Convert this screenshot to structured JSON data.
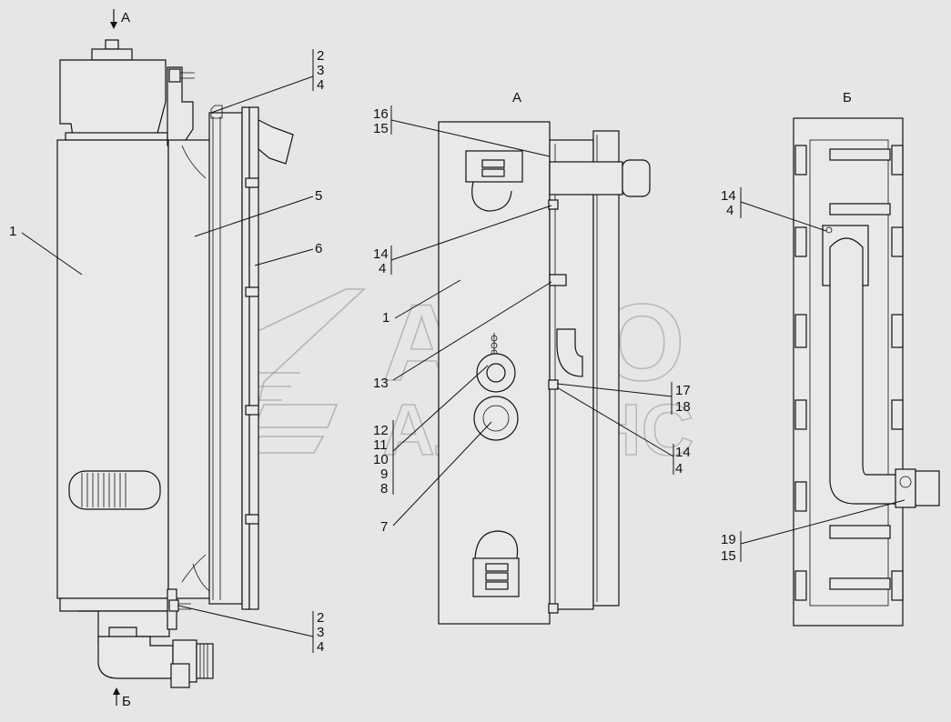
{
  "views": {
    "main": {
      "arrow_top": "А",
      "arrow_bottom": "Б"
    },
    "view_a": {
      "title": "А"
    },
    "view_b": {
      "title": "Б"
    }
  },
  "watermark": {
    "line1": "АВТО",
    "line2": "АЛЬЯНС"
  },
  "callouts": {
    "main_1": "1",
    "main_5": "5",
    "main_6": "6",
    "main_top_stack": [
      "2",
      "3",
      "4"
    ],
    "main_bottom_stack": [
      "2",
      "3",
      "4"
    ],
    "a_16_15": [
      "16",
      "15"
    ],
    "a_14_4_upper": [
      "14",
      "4"
    ],
    "a_1": "1",
    "a_13": "13",
    "a_17_18": [
      "17",
      "18"
    ],
    "a_stack_12_8": [
      "12",
      "11",
      "10",
      "9",
      "8"
    ],
    "a_14_4_lower": [
      "14",
      "4"
    ],
    "a_7": "7",
    "b_14_4": [
      "14",
      "4"
    ],
    "b_19_15": [
      "19",
      "15"
    ]
  }
}
